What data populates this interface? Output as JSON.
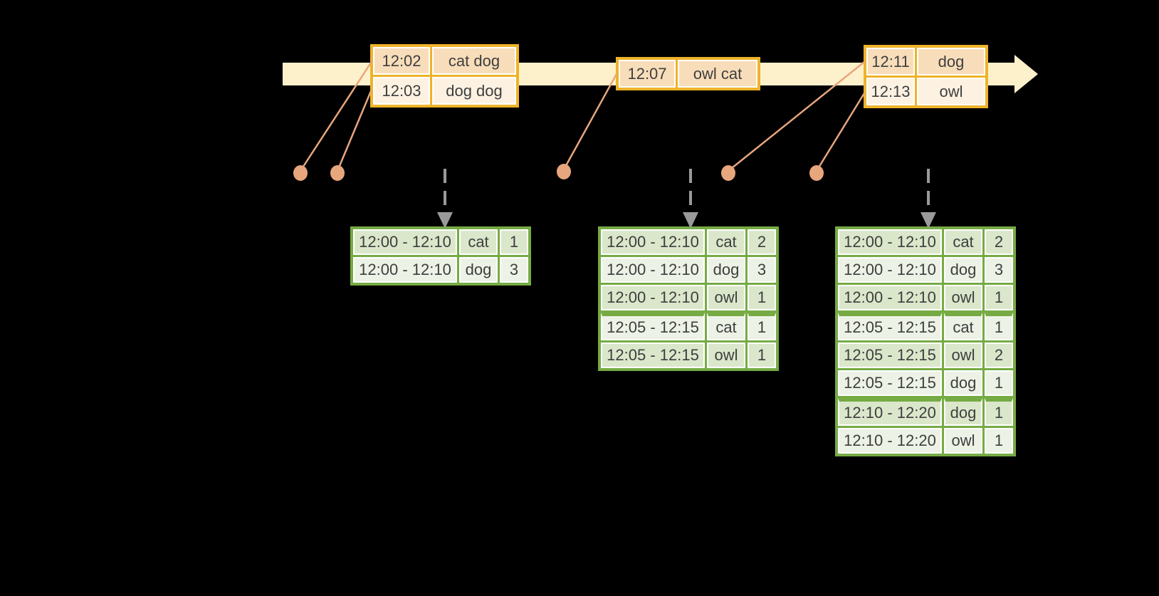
{
  "colors": {
    "background": "#000000",
    "timeline_band": "#fdf1cb",
    "event_table_border": "#eeb32a",
    "event_row_dark": "#f8ddba",
    "event_row_light": "#fdf2e2",
    "connector_line": "#e8a67d",
    "trigger_arrow_gray": "#9a9a9a",
    "result_table_border": "#76ab44",
    "result_row_dark": "#dbe7cb",
    "result_row_light": "#edf2e6",
    "text": "#3e3e3e"
  },
  "event_tables": [
    {
      "id": "events-1202-1203",
      "rows": [
        [
          "12:02",
          "cat dog"
        ],
        [
          "12:03",
          "dog dog"
        ]
      ]
    },
    {
      "id": "event-1207",
      "rows": [
        [
          "12:07",
          "owl cat"
        ]
      ]
    },
    {
      "id": "events-1211-1213",
      "rows": [
        [
          "12:11",
          "dog"
        ],
        [
          "12:13",
          "owl"
        ]
      ]
    }
  ],
  "result_tables": [
    {
      "id": "counts-first-trigger",
      "rows": [
        [
          "12:00 - 12:10",
          "cat",
          "1"
        ],
        [
          "12:00 - 12:10",
          "dog",
          "3"
        ]
      ]
    },
    {
      "id": "counts-second-trigger",
      "rows": [
        [
          "12:00 - 12:10",
          "cat",
          "2"
        ],
        [
          "12:00 - 12:10",
          "dog",
          "3"
        ],
        [
          "12:00 - 12:10",
          "owl",
          "1"
        ],
        [
          "12:05 - 12:15",
          "cat",
          "1"
        ],
        [
          "12:05 - 12:15",
          "owl",
          "1"
        ]
      ]
    },
    {
      "id": "counts-third-trigger",
      "rows": [
        [
          "12:00 - 12:10",
          "cat",
          "2"
        ],
        [
          "12:00 - 12:10",
          "dog",
          "3"
        ],
        [
          "12:00 - 12:10",
          "owl",
          "1"
        ],
        [
          "12:05 - 12:15",
          "cat",
          "1"
        ],
        [
          "12:05 - 12:15",
          "owl",
          "2"
        ],
        [
          "12:05 - 12:15",
          "dog",
          "1"
        ],
        [
          "12:10 - 12:20",
          "dog",
          "1"
        ],
        [
          "12:10 - 12:20",
          "owl",
          "1"
        ]
      ]
    }
  ]
}
